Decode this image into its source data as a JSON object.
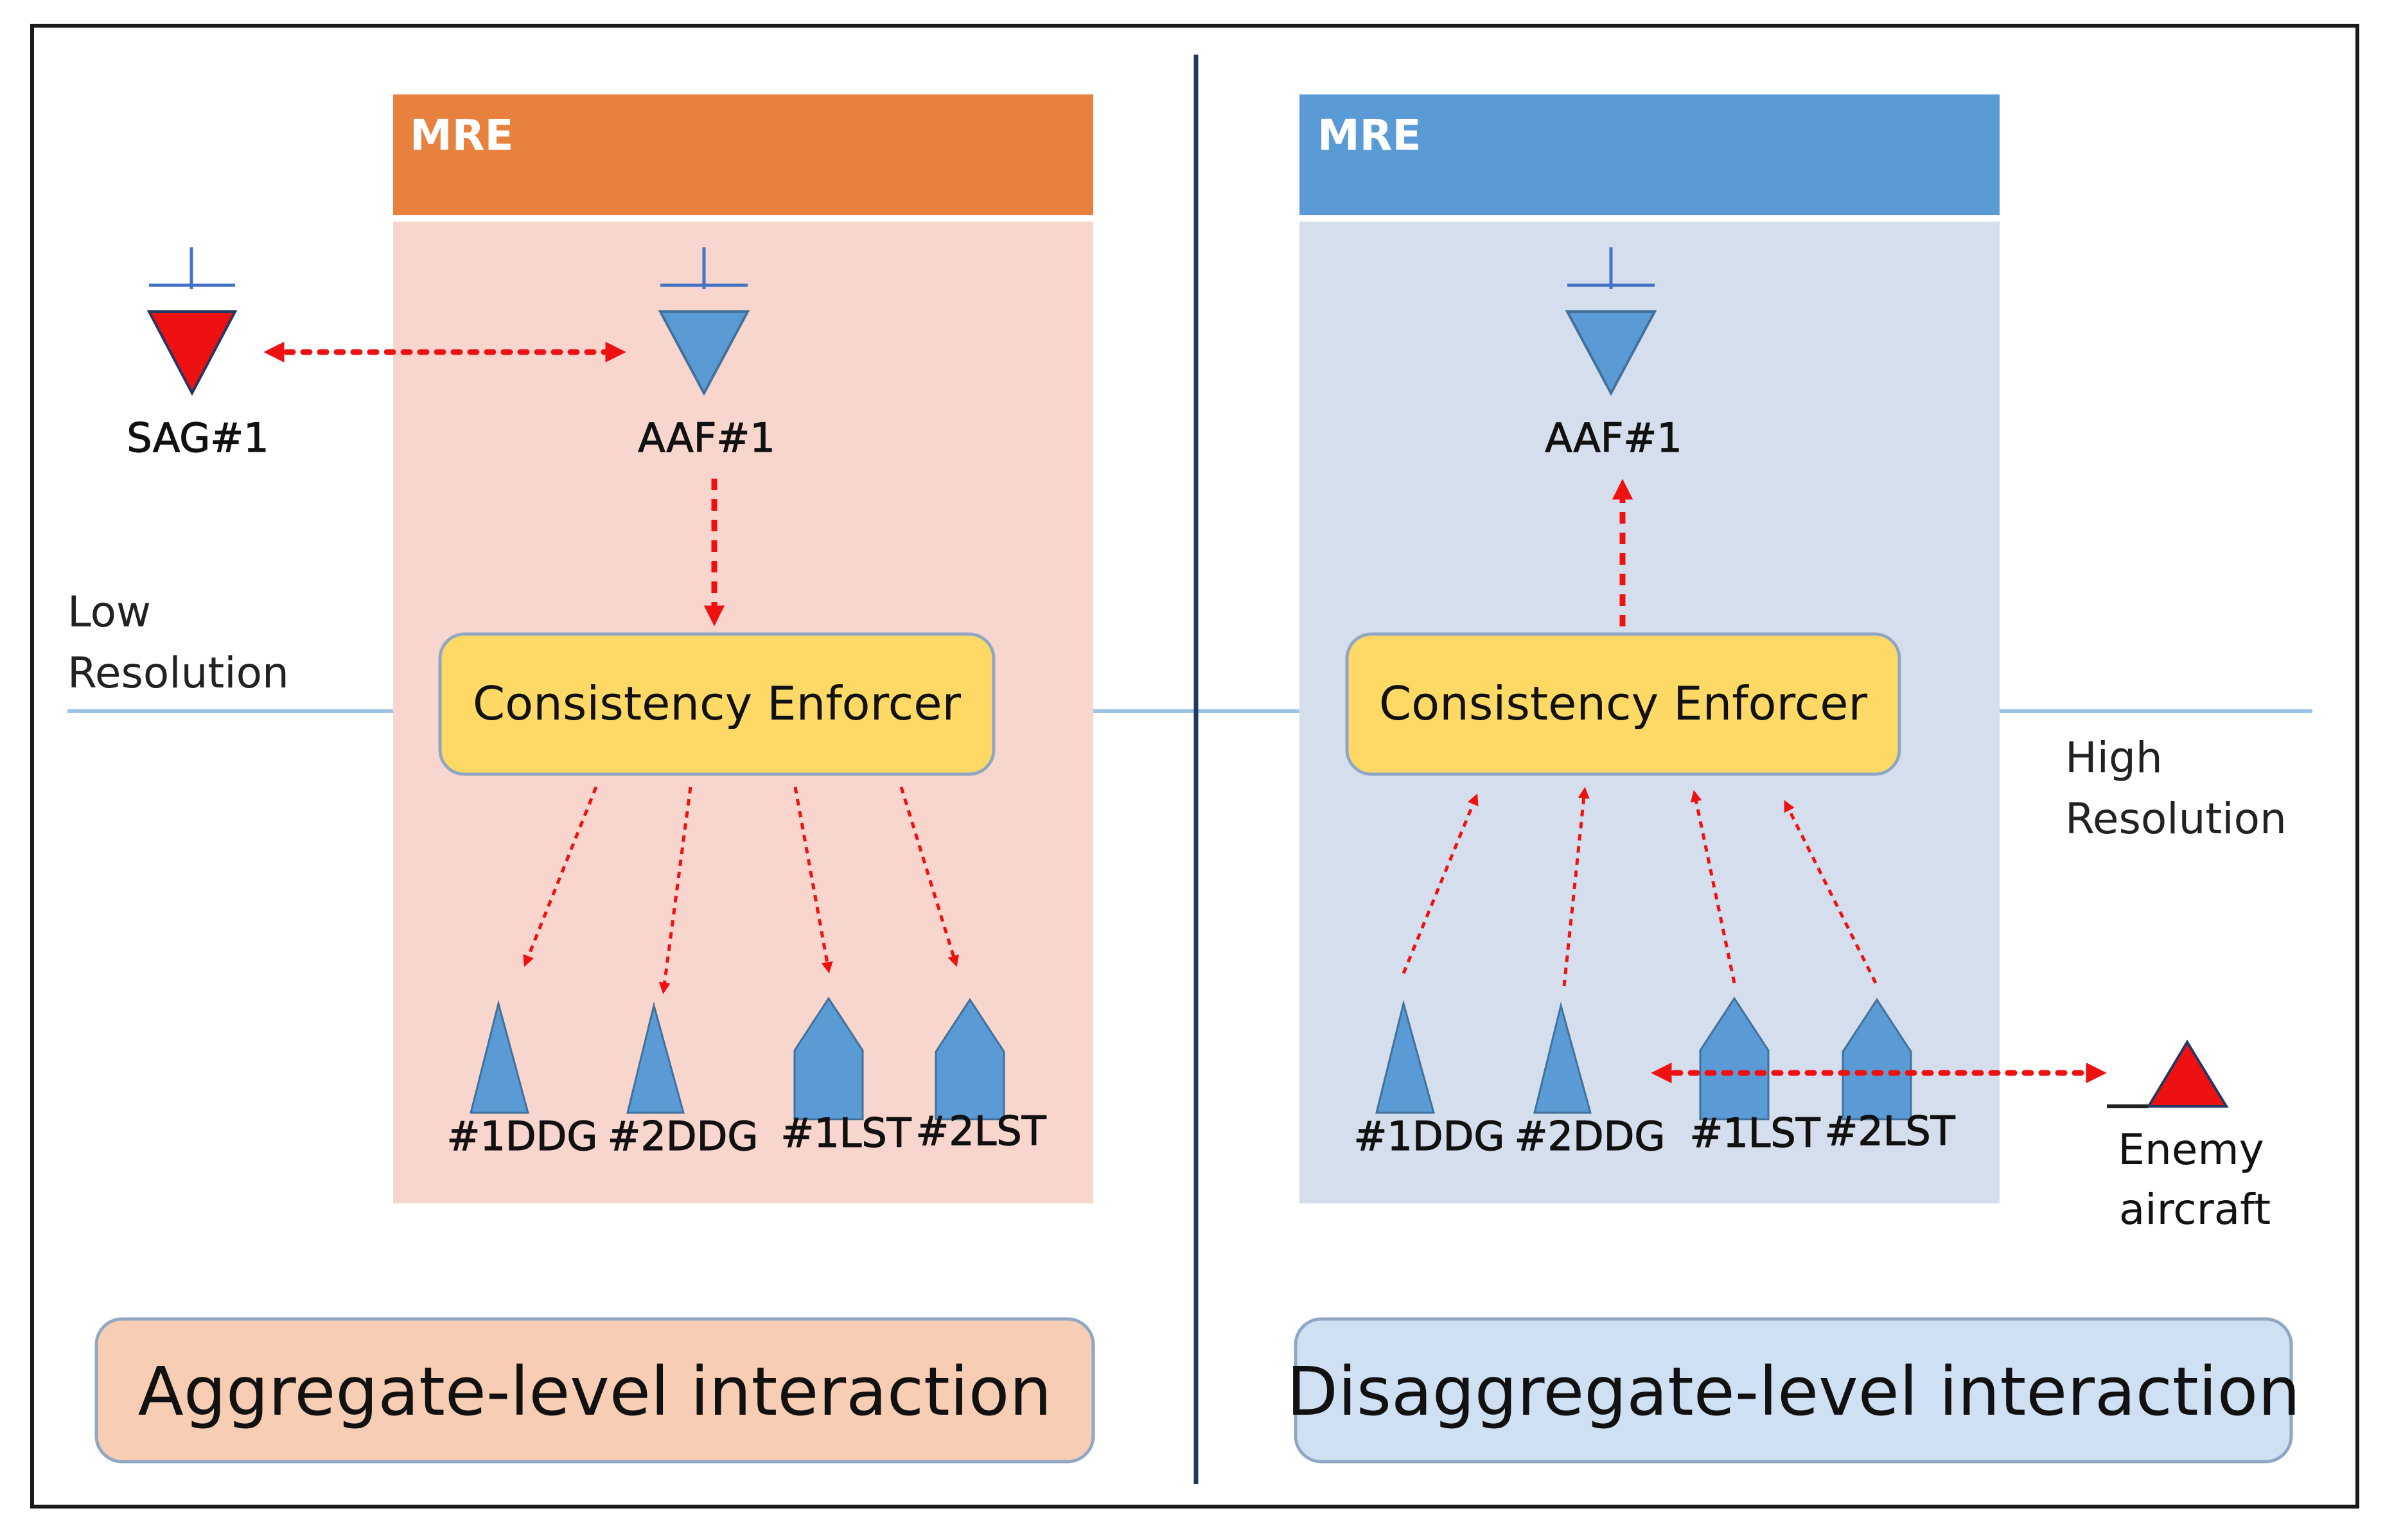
{
  "left_panel": {
    "mre_title": "MRE",
    "header_color": "#E8803E",
    "body_color": "#F8D6CD",
    "aggregate_unit": "AAF#1",
    "external_unit": "SAG#1",
    "consistency_enforcer": "Consistency Enforcer",
    "units": [
      "#1DDG",
      "#2DDG",
      "#1LST",
      "#2LST"
    ],
    "summary": "Aggregate-level interaction",
    "summary_color": "#F7CDB3"
  },
  "right_panel": {
    "mre_title": "MRE",
    "header_color": "#5B9BD5",
    "body_color": "#D4DEEC",
    "aggregate_unit": "AAF#1",
    "consistency_enforcer": "Consistency Enforcer",
    "units": [
      "#1DDG",
      "#2DDG",
      "#1LST",
      "#2LST"
    ],
    "external_unit": [
      "Enemy",
      "aircraft"
    ],
    "summary": "Disaggregate-level interaction",
    "summary_color": "#CFE0F2"
  },
  "resolution_labels": {
    "low": [
      "Low",
      "Resolution"
    ],
    "high": [
      "High",
      "Resolution"
    ]
  },
  "colors": {
    "friendly_symbol": "#5B9BD5",
    "enemy_symbol": "#EE1111",
    "interaction_arrow": "#EE1111",
    "enforcer_fill": "#FFD966",
    "resolution_line": "#9DC3E6",
    "divider": "#1F3864"
  },
  "icons": {
    "unit_force": "inverted-triangle-force-symbol",
    "destroyer": "triangle-ship-icon",
    "landing_ship": "pentagon-ship-icon",
    "enemy": "enemy-triangle-icon"
  }
}
